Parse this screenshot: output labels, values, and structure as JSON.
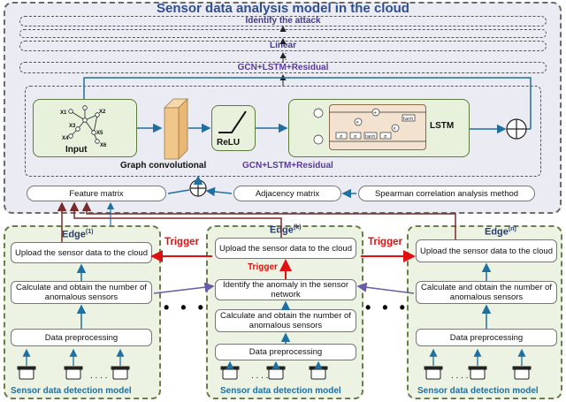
{
  "cloud": {
    "title": "Sensor data analysis model in the cloud",
    "layers": {
      "identify": "Identify the attack",
      "linear": "Linear",
      "gcn_lstm": "GCN+LSTM+Residual"
    },
    "block": {
      "input": "Input",
      "graph_conv": "Graph convolutional",
      "relu": "ReLU",
      "lstm": "LSTM",
      "label": "GCN+LSTM+Residual",
      "nodes": [
        "X1",
        "X2",
        "X3",
        "X4",
        "X5",
        "X6"
      ],
      "cell_ops": [
        "σ",
        "σ",
        "tanh",
        "σ",
        "tanh",
        "×",
        "+",
        "×"
      ]
    },
    "feature_matrix": "Feature matrix",
    "adjacency_matrix": "Adjacency matrix",
    "spearman": "Spearman correlation analysis method"
  },
  "edges": {
    "left": {
      "name": "Edge",
      "sup": "(1)",
      "upload": "Upload the sensor data to the cloud",
      "calculate": "Calculate and obtain  the number of anomalous sensors",
      "preprocess": "Data preprocessing",
      "detect": "Sensor data detection model"
    },
    "middle": {
      "name": "Edge",
      "sup": "(k)",
      "upload": "Upload the sensor data to the cloud",
      "identify": "Identify the anomaly in the sensor network",
      "calculate": "Calculate and obtain  the number of anomalous sensors",
      "preprocess": "Data preprocessing",
      "detect": "Sensor data detection model"
    },
    "right": {
      "name": "Edge",
      "sup": "(n)",
      "upload": "Upload the sensor data to the cloud",
      "calculate": "Calculate and obtain  the number of anomalous sensors",
      "preprocess": "Data preprocessing",
      "detect": "Sensor data detection model"
    }
  },
  "triggers": {
    "left": "Trigger",
    "middle": "Trigger",
    "right": "Trigger"
  },
  "dots": "• • •",
  "sensor_dots": ". . . .",
  "colors": {
    "trigger": "#e01010",
    "arrow_blue": "#1f6fa0",
    "arrow_purple": "#6a5aa8",
    "arrow_brown": "#7a2a2a",
    "edge_title": "#2a3c6b"
  }
}
